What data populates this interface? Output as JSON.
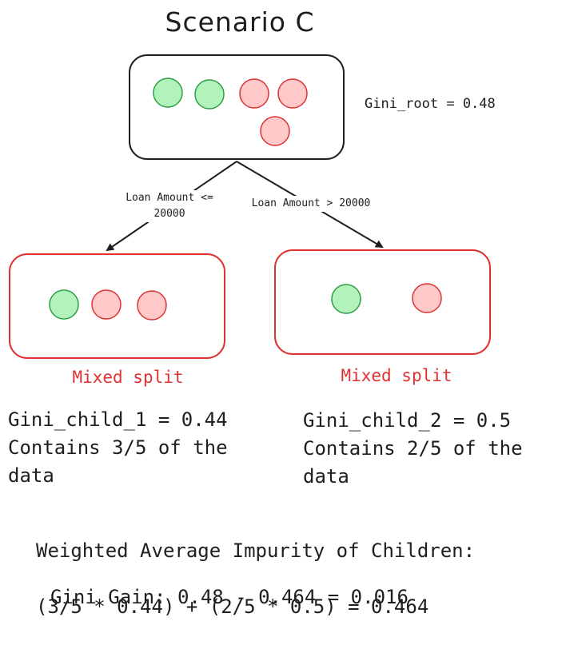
{
  "title": "Scenario C",
  "root": {
    "gini_label": "Gini_root = 0.48",
    "node": {
      "green": 2,
      "red": 3
    }
  },
  "edges": {
    "left_label": "Loan Amount <=\n20000",
    "right_label": "Loan Amount > 20000"
  },
  "children": [
    {
      "split_label": "Mixed split",
      "node": {
        "green": 1,
        "red": 2
      },
      "description": "Gini_child_1 = 0.44\nContains 3/5 of the\ndata"
    },
    {
      "split_label": "Mixed split",
      "node": {
        "green": 1,
        "red": 1
      },
      "description": "Gini_child_2 = 0.5\nContains 2/5 of the\ndata"
    }
  ],
  "weighted": {
    "heading": "Weighted Average Impurity of Children:",
    "formula": "(3/5 * 0.44) + (2/5 * 0.5) = 0.464"
  },
  "gain": "Gini Gain: 0.48 - 0.464 = 0.016",
  "colors": {
    "green_fill": "#b2f2bb",
    "green_stroke": "#2f9e44",
    "red_fill": "#ffc9c9",
    "red_stroke": "#e03131",
    "root_box_stroke": "#1e1e1e",
    "child_box_stroke": "#e03131",
    "split_text": "#e03131"
  }
}
